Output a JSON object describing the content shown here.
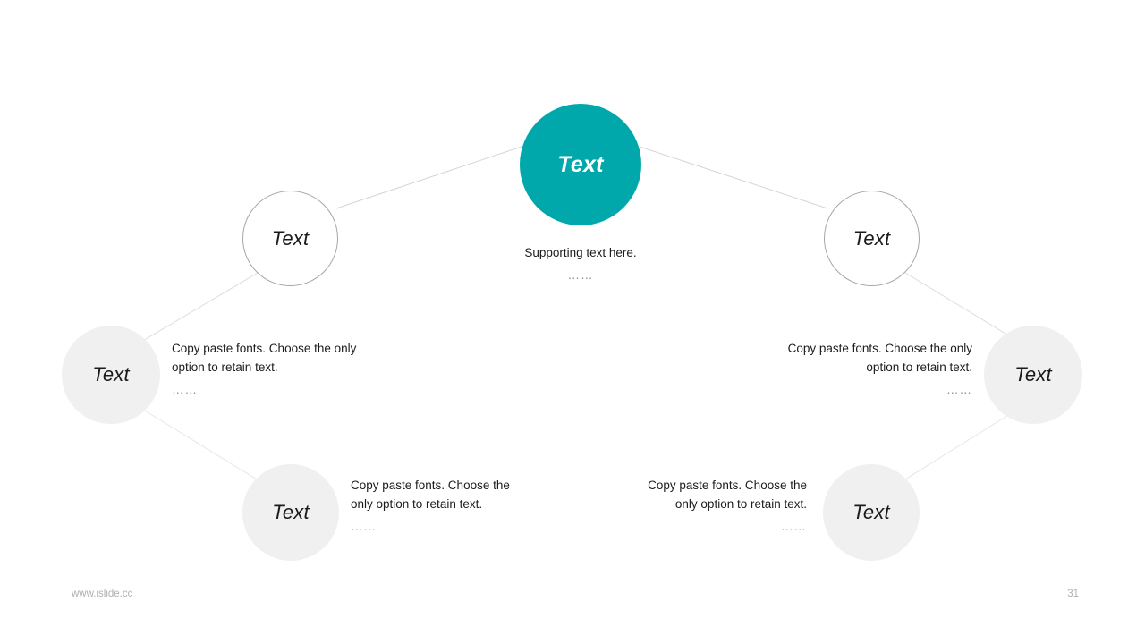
{
  "slide": {
    "page_number": "31",
    "footer_url": "www.islide.cc",
    "accent_color": "#00a8ac",
    "divider_color": "#a9a9ad",
    "node_fill_color": "#f0f0f0",
    "node_outline_color": "#a6a6a6",
    "connector_color": "#d8d8d8"
  },
  "nodes": {
    "center": {
      "label": "Text"
    },
    "left_upper": {
      "label": "Text"
    },
    "right_upper": {
      "label": "Text"
    },
    "left_mid": {
      "label": "Text"
    },
    "right_mid": {
      "label": "Text"
    },
    "left_lower": {
      "label": "Text"
    },
    "right_lower": {
      "label": "Text"
    }
  },
  "texts": {
    "center": {
      "body": "Supporting text here.",
      "dots": "……"
    },
    "left_mid": {
      "body": "Copy paste fonts. Choose the only option to retain text.",
      "dots": "……"
    },
    "right_mid": {
      "body": "Copy paste fonts. Choose the only option to retain text.",
      "dots": "……"
    },
    "left_lower": {
      "body": "Copy paste fonts. Choose the only option to retain text.",
      "dots": "……"
    },
    "right_lower": {
      "body": "Copy paste fonts. Choose the only option to retain text.",
      "dots": "……"
    }
  }
}
